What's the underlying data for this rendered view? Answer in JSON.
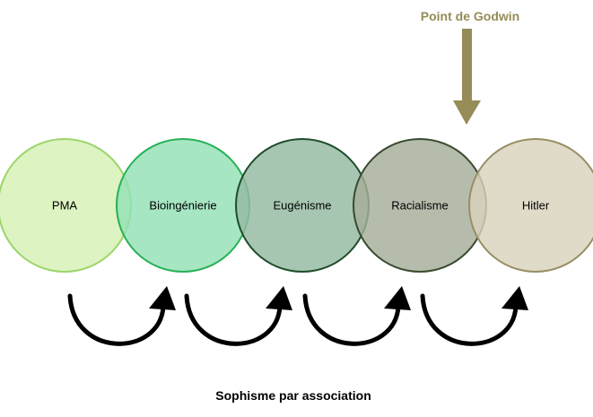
{
  "godwin": {
    "label": "Point de Godwin",
    "color": "#958c57"
  },
  "caption": "Sophisme par association",
  "steps": [
    {
      "label": "PMA",
      "fill": "#d5f0b3",
      "stroke": "#9bd56a"
    },
    {
      "label": "Bioingénierie",
      "fill": "#93e0b6",
      "stroke": "#27b156"
    },
    {
      "label": "Eugénisme",
      "fill": "#94baa1",
      "stroke": "#1f4d2a"
    },
    {
      "label": "Racialisme",
      "fill": "#a5ad98",
      "stroke": "#3a4a30"
    },
    {
      "label": "Hitler",
      "fill": "#d9d2bd",
      "stroke": "#978e63"
    }
  ],
  "arrow_color": "#000000"
}
